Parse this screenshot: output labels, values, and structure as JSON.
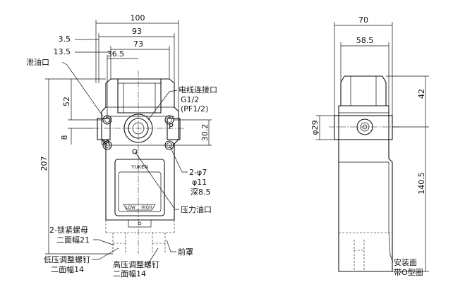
{
  "front_view": {
    "dims": {
      "w100": "100",
      "w93": "93",
      "w73": "73",
      "w3_5": "3.5",
      "w13_5": "13.5",
      "w36_5": "36.5",
      "h52": "52",
      "h8": "8",
      "h207": "207",
      "h30_2": "30.2"
    },
    "labels": {
      "drain_port": "泄油口",
      "cable_port": "电线连接口",
      "cable_thread_1": "G1/2",
      "cable_thread_2": "(PF1/2)",
      "port_p": "P",
      "port_dr": "DR",
      "hole_count": "2-φ7",
      "hole_counterbore": "φ11",
      "hole_depth": "深8.5",
      "pressure_port": "压力油口",
      "lock_nut_1": "2-锁紧螺母",
      "lock_nut_2": "二面幅21",
      "low_screw_1": "低压调整螺钉",
      "low_screw_2": "二面幅14",
      "high_screw_1": "高压调整螺钉",
      "high_screw_2": "二面幅14",
      "front_cover": "前罩"
    },
    "nameplate": {
      "brand": "YUKEN",
      "low": "LOW",
      "high": "HIGH"
    }
  },
  "side_view": {
    "dims": {
      "w70": "70",
      "w58_5": "58.5",
      "h42": "42",
      "h140_5": "140.5",
      "d29": "φ29"
    },
    "labels": {
      "mount_face_1": "安装面",
      "mount_face_2": "带O型圈"
    }
  }
}
